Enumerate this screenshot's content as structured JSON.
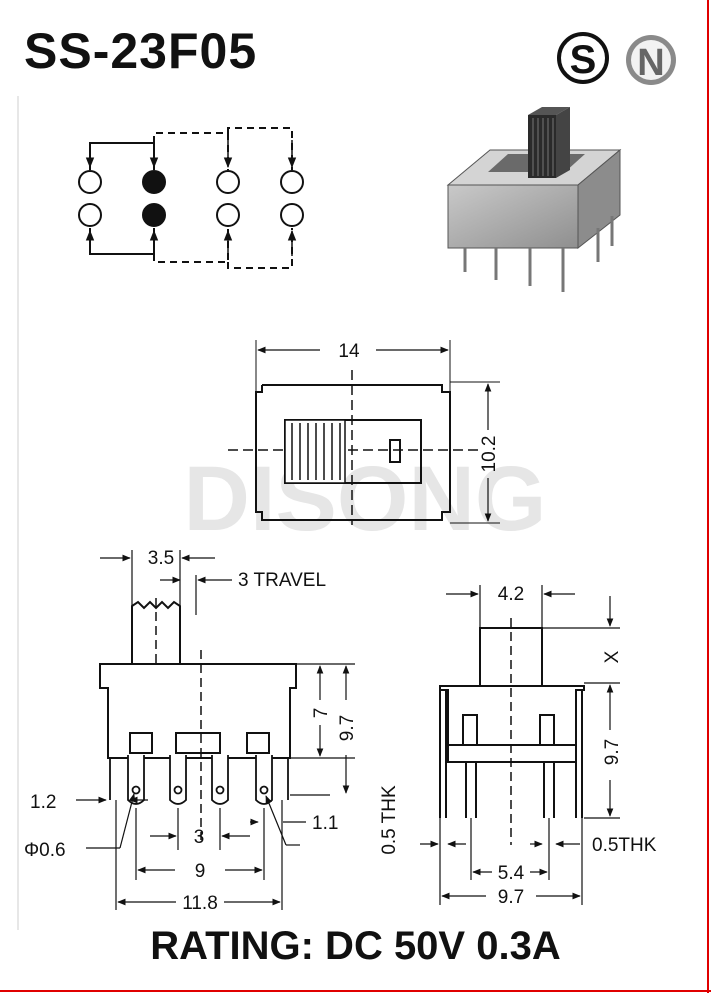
{
  "header": {
    "title": "SS-23F05"
  },
  "logos": {
    "s_mark": "S",
    "n_mark": "N"
  },
  "watermark": "DISONG",
  "top_view": {
    "width_dim": "14",
    "height_dim": "10.2"
  },
  "front_view": {
    "actuator_width": "3.5",
    "travel": "3 TRAVEL",
    "height_7": "7",
    "height_9_7": "9.7",
    "pin_offset": "1.2",
    "pin_dia": "Φ0.6",
    "pitch": "3",
    "lug": "1.1",
    "span_9": "9",
    "span_11_8": "11.8"
  },
  "side_view": {
    "actuator_width": "4.2",
    "x_label": "X",
    "height_9_7": "9.7",
    "thk_left": "0.5 THK",
    "thk_right": "0.5THK",
    "span_5_4": "5.4",
    "span_9_7": "9.7"
  },
  "footer": {
    "rating": "RATING: DC 50V 0.3A"
  },
  "colors": {
    "ink": "#111111",
    "body_gray": "#a8a8a8",
    "watermark": "#e6e6e6",
    "red_border": "#e00000"
  }
}
